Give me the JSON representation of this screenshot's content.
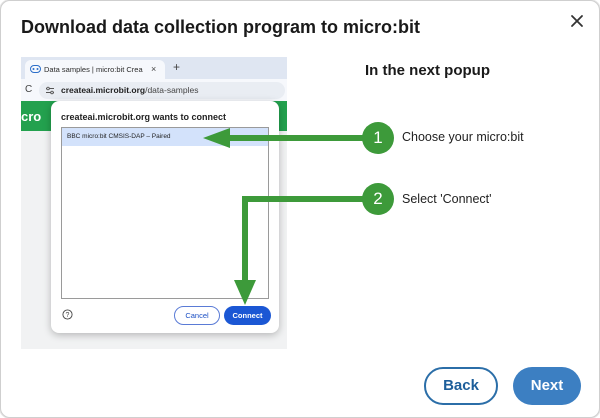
{
  "dialog": {
    "title": "Download data collection program to micro:bit",
    "close_icon": "close-icon"
  },
  "screenshot": {
    "tab_label": "Data samples | micro:bit Crea",
    "tab_close": "×",
    "tab_plus": "+",
    "reload": "C",
    "url_domain": "createai.microbit.org",
    "url_path": "/data-samples",
    "banner_text": "cro",
    "popup": {
      "title": "createai.microbit.org wants to connect",
      "device": "BBC micro:bit CMSIS-DAP – Paired",
      "cancel_label": "Cancel",
      "connect_label": "Connect"
    }
  },
  "instructions": {
    "heading": "In the next popup",
    "steps": [
      {
        "number": "1",
        "text": "Choose your micro:bit"
      },
      {
        "number": "2",
        "text": "Select 'Connect'"
      }
    ]
  },
  "footer": {
    "back_label": "Back",
    "next_label": "Next"
  },
  "colors": {
    "arrow_green": "#3d9a3a",
    "primary_blue": "#3c7fc2",
    "connect_blue": "#1b57d4",
    "banner_green": "#23a14e"
  }
}
